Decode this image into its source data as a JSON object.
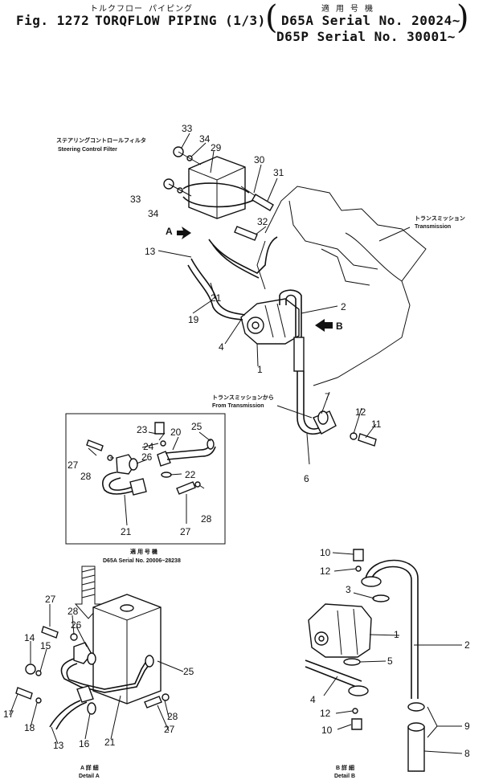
{
  "header": {
    "fig_label": "Fig. 1272",
    "title_jp": "トルクフロー パイピング",
    "title": "TORQFLOW PIPING (1/3)",
    "applic_jp": "適 用 号 機",
    "serial_1": "D65A Serial No. 20024~",
    "serial_2": "D65P Serial No. 30001~"
  },
  "labels": {
    "filter_jp": "ステアリングコントロールフィルタ",
    "filter": "Steering Control Filter",
    "trans_jp": "トランスミッション",
    "trans": "Transmission",
    "from_trans_jp": "トランスミッションから",
    "from_trans": "From Transmission",
    "arrow_a": "A",
    "arrow_b": "B",
    "inset_jp": "適 用 号 機",
    "inset_serial": "D65A Serial No. 20006~28238",
    "detail_a_jp": "A 詳 細",
    "detail_a": "Detail A",
    "detail_b_jp": "B 詳 細",
    "detail_b": "Detail B"
  },
  "callouts": {
    "main": [
      "33",
      "34",
      "29",
      "30",
      "31",
      "33",
      "34",
      "32",
      "13",
      "21",
      "19",
      "4",
      "1",
      "2",
      "7",
      "12",
      "11",
      "6"
    ],
    "inset": [
      "23",
      "25",
      "20",
      "24",
      "27",
      "28",
      "26",
      "22",
      "28",
      "21",
      "27"
    ],
    "detail_a": [
      "27",
      "28",
      "26",
      "14",
      "15",
      "25",
      "17",
      "18",
      "13",
      "16",
      "21",
      "28",
      "27"
    ],
    "detail_b": [
      "10",
      "12",
      "3",
      "1",
      "2",
      "5",
      "4",
      "12",
      "10",
      "9",
      "8"
    ]
  }
}
